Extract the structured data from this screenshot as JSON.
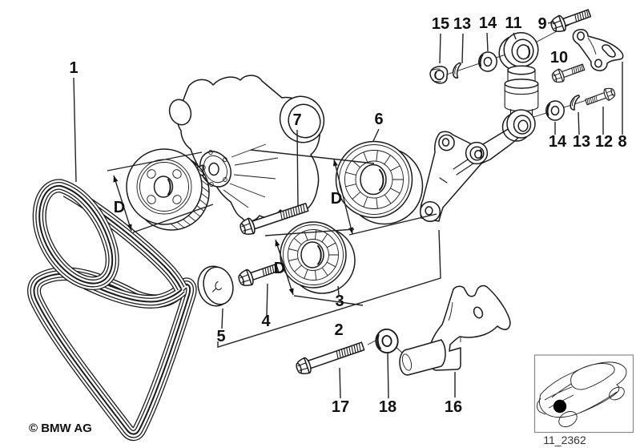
{
  "diagram": {
    "copyright": "© BMW AG",
    "code": "11_2362"
  },
  "part_labels": [
    {
      "text": "1"
    },
    {
      "text": "7"
    },
    {
      "text": "6"
    },
    {
      "text": "15"
    },
    {
      "text": "13"
    },
    {
      "text": "14"
    },
    {
      "text": "11"
    },
    {
      "text": "9"
    },
    {
      "text": "10"
    },
    {
      "text": "14"
    },
    {
      "text": "13"
    },
    {
      "text": "12"
    },
    {
      "text": "8"
    },
    {
      "text": "5"
    },
    {
      "text": "4"
    },
    {
      "text": "3"
    },
    {
      "text": "2"
    },
    {
      "text": "17"
    },
    {
      "text": "18"
    },
    {
      "text": "16"
    }
  ],
  "dim_labels": [
    {
      "text": "D"
    },
    {
      "text": "D"
    },
    {
      "text": "D"
    }
  ]
}
